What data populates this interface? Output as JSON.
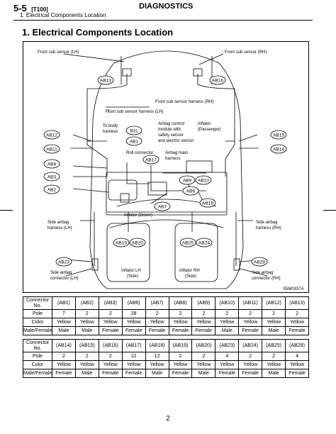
{
  "header": {
    "section_num": "5-5",
    "section_tag": "[T100]",
    "subtitle": "1.  Electrical Components Location",
    "category": "DIAGNOSTICS"
  },
  "title": "1.  Electrical Components Location",
  "diagram": {
    "code": "S5M0337A",
    "labels": {
      "fss_lh": "Front sub sensor (LH)",
      "fss_rh": "Front sub sensor (RH)",
      "fssh_rh": "Front sub sensor harness (RH)",
      "fssh_lh": "Front sub sensor harness (LH)",
      "to_body_1": "To body",
      "to_body_2": "harness",
      "abc_1": "Airbag control",
      "abc_2": "module with",
      "abc_3": "safety sensor",
      "abc_4": "and electric sensor",
      "infl_pass_1": "Inflator",
      "infl_pass_2": "(Passenger)",
      "roll_conn": "Roll connector",
      "main_harn_1": "Airbag main",
      "main_harn_2": "harness",
      "infl_driver": "Inflator (Driver)",
      "side_lh_1": "Side airbag",
      "side_lh_2": "harness (LH)",
      "side_rh_1": "Side airbag",
      "side_rh_2": "harness (RH)",
      "infl_lh_1": "Inflator LH",
      "infl_lh_2": "(Side)",
      "infl_rh_1": "Inflator RH",
      "infl_rh_2": "(Side)",
      "sac_lh_1": "Side airbag",
      "sac_lh_2": "connector (LH)",
      "sac_rh_1": "Side airbag",
      "sac_rh_2": "connector (RH)"
    },
    "connectors": {
      "ab13": "AB13",
      "ab16": "AB16",
      "ab12": "AB12",
      "ab15": "AB15",
      "ab11": "AB11",
      "ab14": "AB14",
      "b31": "B31",
      "ab1": "AB1",
      "ab17": "AB17",
      "ab8": "AB8",
      "ab3": "AB3",
      "ab2": "AB2",
      "ab9": "AB9",
      "ab10": "AB10",
      "ab6": "AB6",
      "ab18": "AB18",
      "ab7": "AB7",
      "ab19": "AB19",
      "ab20": "AB20",
      "ab25": "AB25",
      "ab24": "AB24",
      "ab23": "AB23",
      "ab28": "AB28"
    }
  },
  "table1": {
    "row_labels": [
      "Connector No.",
      "Pole",
      "Color",
      "Male/Female"
    ],
    "columns": [
      {
        "no": "(AB1)",
        "pole": "7",
        "color": "Yellow",
        "mf": "Male"
      },
      {
        "no": "(AB2)",
        "pole": "2",
        "color": "Yellow",
        "mf": "Male"
      },
      {
        "no": "(AB3)",
        "pole": "2",
        "color": "Yellow",
        "mf": "Female"
      },
      {
        "no": "(AB6)",
        "pole": "28",
        "color": "Yellow",
        "mf": "Female"
      },
      {
        "no": "(AB7)",
        "pole": "2",
        "color": "Yellow",
        "mf": "Female"
      },
      {
        "no": "(AB8)",
        "pole": "2",
        "color": "Yellow",
        "mf": "Female"
      },
      {
        "no": "(AB9)",
        "pole": "2",
        "color": "Yellow",
        "mf": "Female"
      },
      {
        "no": "(AB10)",
        "pole": "2",
        "color": "Yellow",
        "mf": "Male"
      },
      {
        "no": "(AB11)",
        "pole": "2",
        "color": "Yellow",
        "mf": "Female"
      },
      {
        "no": "(AB12)",
        "pole": "2",
        "color": "Yellow",
        "mf": "Male"
      },
      {
        "no": "(AB13)",
        "pole": "2",
        "color": "Yellow",
        "mf": "Female"
      }
    ]
  },
  "table2": {
    "row_labels": [
      "Connector No.",
      "Pole",
      "Color",
      "Male/Female"
    ],
    "columns": [
      {
        "no": "(AB14)",
        "pole": "2",
        "color": "Yellow",
        "mf": "Female"
      },
      {
        "no": "(AB15)",
        "pole": "2",
        "color": "Yellow",
        "mf": "Male"
      },
      {
        "no": "(AB16)",
        "pole": "2",
        "color": "Yellow",
        "mf": "Female"
      },
      {
        "no": "(AB17)",
        "pole": "12",
        "color": "Yellow",
        "mf": "Female"
      },
      {
        "no": "(AB18)",
        "pole": "12",
        "color": "Yellow",
        "mf": "Male"
      },
      {
        "no": "(AB19)",
        "pole": "2",
        "color": "Yellow",
        "mf": "Female"
      },
      {
        "no": "(AB20)",
        "pole": "2",
        "color": "Yellow",
        "mf": "Male"
      },
      {
        "no": "(AB23)",
        "pole": "4",
        "color": "Yellow",
        "mf": "Female"
      },
      {
        "no": "(AB24)",
        "pole": "2",
        "color": "Yellow",
        "mf": "Female"
      },
      {
        "no": "(AB25)",
        "pole": "2",
        "color": "Yellow",
        "mf": "Male"
      },
      {
        "no": "(AB28)",
        "pole": "4",
        "color": "Yellow",
        "mf": "Female"
      }
    ]
  },
  "page_number": "2"
}
